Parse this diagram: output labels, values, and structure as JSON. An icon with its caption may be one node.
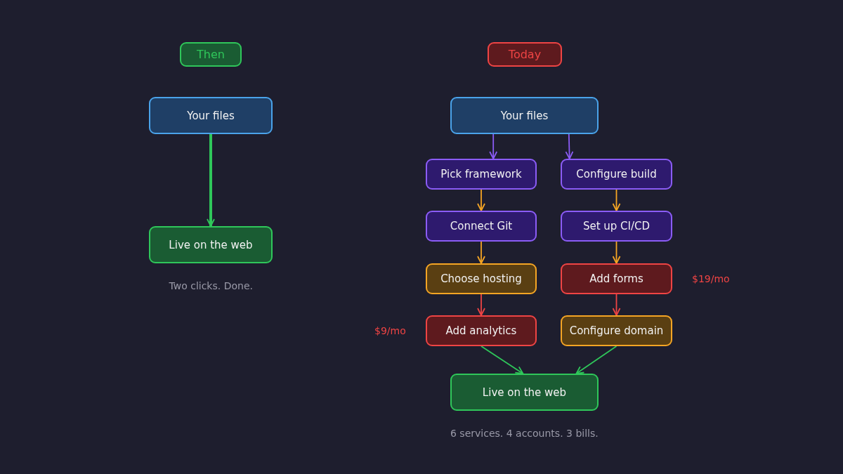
{
  "diagram": {
    "nodes": [
      {
        "text": [
          "Then"
        ]
      },
      {
        "text": [
          "Your files"
        ]
      },
      {
        "text": [
          "Live on the web"
        ],
        "beside": [
          "Two clicks. Done."
        ]
      },
      {
        "text": [
          "Today"
        ]
      },
      {
        "text": [
          "Your files"
        ]
      },
      {
        "text": [
          "Pick framework"
        ]
      },
      {
        "text": [
          "Configure build"
        ]
      },
      {
        "text": [
          "Connect Git"
        ]
      },
      {
        "text": [
          "Set up CI/CD"
        ]
      },
      {
        "text": [
          "Choose hosting"
        ]
      },
      {
        "text": [
          "Add forms"
        ],
        "beside": [
          "$19/mo"
        ]
      },
      {
        "text": [
          "Add analytics"
        ],
        "beside": [
          "$9/mo"
        ]
      },
      {
        "text": [
          "Configure domain"
        ]
      },
      {
        "text": [
          "Live on the web"
        ],
        "beside": [
          "6 services. 4 accounts. 3 bills."
        ]
      }
    ],
    "edges": [
      {
        "from": 1,
        "to": 2,
        "arrow": "to",
        "style": "thick",
        "color": "#2fc75a"
      },
      {
        "from": 4,
        "to": 5,
        "arrow": "to",
        "color": "#8b5cf6"
      },
      {
        "from": 4,
        "to": 6,
        "arrow": "to",
        "color": "#8b5cf6"
      },
      {
        "from": 5,
        "to": 7,
        "arrow": "to"
      },
      {
        "from": 7,
        "to": 9,
        "arrow": "to"
      },
      {
        "from": 6,
        "to": 8,
        "arrow": "to"
      },
      {
        "from": 8,
        "to": 10,
        "arrow": "to"
      },
      {
        "from": 9,
        "to": 11,
        "arrow": "to",
        "color": "#ef4444"
      },
      {
        "from": 10,
        "to": 12,
        "arrow": "to",
        "color": "#ef4444"
      },
      {
        "from": 11,
        "to": 13,
        "arrow": "to",
        "color": "#2fc75a"
      },
      {
        "from": 12,
        "to": 13,
        "arrow": "to",
        "color": "#2fc75a"
      }
    ]
  }
}
